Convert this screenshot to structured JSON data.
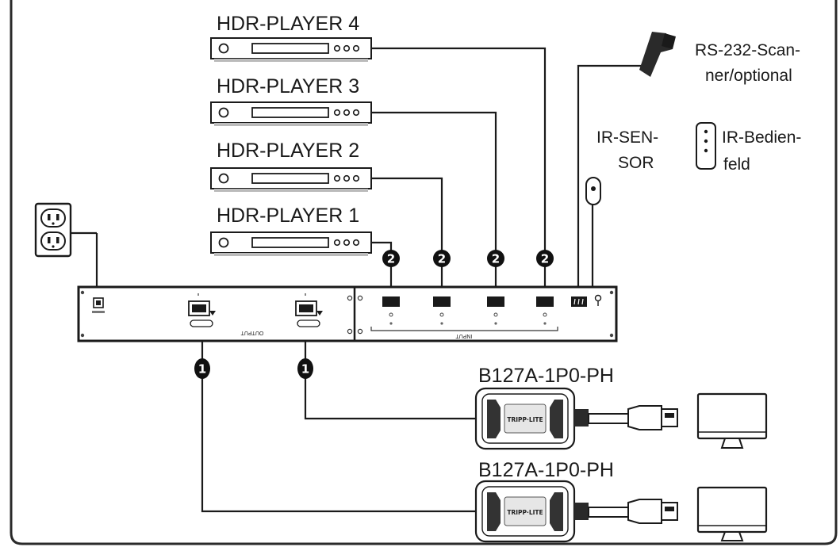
{
  "players": [
    {
      "label": "HDR-PLAYER 4"
    },
    {
      "label": "HDR-PLAYER 3"
    },
    {
      "label": "HDR-PLAYER 2"
    },
    {
      "label": "HDR-PLAYER 1"
    }
  ],
  "scanner": {
    "line1": "RS-232-Scan-",
    "line2": "ner/optional"
  },
  "ir_sensor": {
    "line1": "IR-SEN-",
    "line2": "SOR"
  },
  "ir_panel": {
    "line1": "IR-Bedien-",
    "line2": "feld"
  },
  "badges": {
    "input_cable": "2",
    "output_cable": "1"
  },
  "switch": {
    "output_label": "OUTPUT",
    "input_label": "INPUT"
  },
  "extenders": [
    {
      "label": "B127A-1P0-PH",
      "logo": "TRIPP·LITE"
    },
    {
      "label": "B127A-1P0-PH",
      "logo": "TRIPP·LITE"
    }
  ],
  "icons": {
    "outlet": "power-outlet-icon",
    "scanner": "barcode-scanner-icon",
    "ir_sensor": "ir-sensor-icon",
    "ir_panel": "ir-panel-icon",
    "monitor": "monitor-icon"
  }
}
